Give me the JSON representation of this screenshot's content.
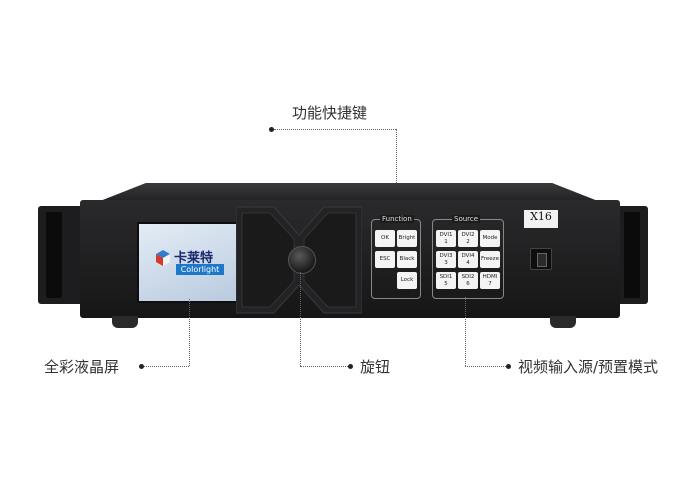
{
  "callouts": {
    "function_keys": "功能快捷键",
    "lcd_screen": "全彩液晶屏",
    "knob": "旋钮",
    "video_input": "视频输入源/预置模式"
  },
  "device": {
    "logo": {
      "cn": "卡莱特",
      "en": "Colorlight"
    },
    "model": "X16",
    "function_panel": {
      "title": "Function",
      "keys": [
        {
          "top": "OK",
          "bottom": ""
        },
        {
          "top": "Bright",
          "bottom": ""
        },
        {
          "top": "ESC",
          "bottom": ""
        },
        {
          "top": "Black",
          "bottom": ""
        },
        {
          "top": "Lock",
          "bottom": ""
        }
      ]
    },
    "source_panel": {
      "title": "Source",
      "keys": [
        {
          "top": "DVI1",
          "bottom": "1"
        },
        {
          "top": "DVI2",
          "bottom": "2"
        },
        {
          "top": "Mode",
          "bottom": ""
        },
        {
          "top": "DVI3",
          "bottom": "3"
        },
        {
          "top": "DVI4",
          "bottom": "4"
        },
        {
          "top": "Freeze",
          "bottom": ""
        },
        {
          "top": "SDI1",
          "bottom": "5"
        },
        {
          "top": "SDI2",
          "bottom": "6"
        },
        {
          "top": "HDMI",
          "bottom": "7"
        }
      ]
    }
  }
}
